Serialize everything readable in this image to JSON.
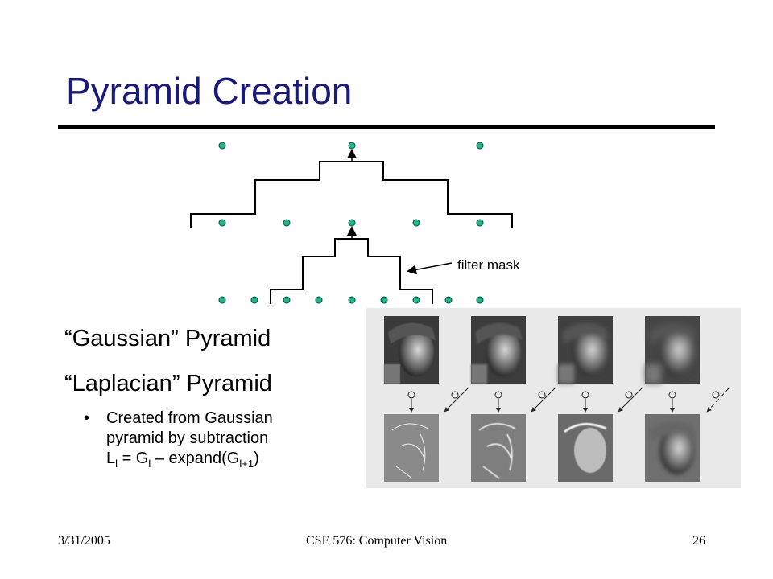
{
  "slide": {
    "title": "Pyramid Creation",
    "diagram": {
      "annotation": "filter mask"
    },
    "bullets": [
      {
        "text": "“Gaussian” Pyramid"
      },
      {
        "text": "“Laplacian” Pyramid"
      }
    ],
    "sub_bullet": {
      "marker": "•",
      "line1": "Created from Gaussian",
      "line2": "pyramid by subtraction",
      "formula": {
        "L": "L",
        "l": "l",
        "eq": " = G",
        "l2": "l",
        "rest": " – expand(G",
        "lp1": "l+1",
        "close": ")"
      }
    },
    "footer": {
      "date": "3/31/2005",
      "course": "CSE 576: Computer Vision",
      "page": "26"
    },
    "colors": {
      "title": "#1a1a7a",
      "node": "#1fb58a"
    }
  }
}
